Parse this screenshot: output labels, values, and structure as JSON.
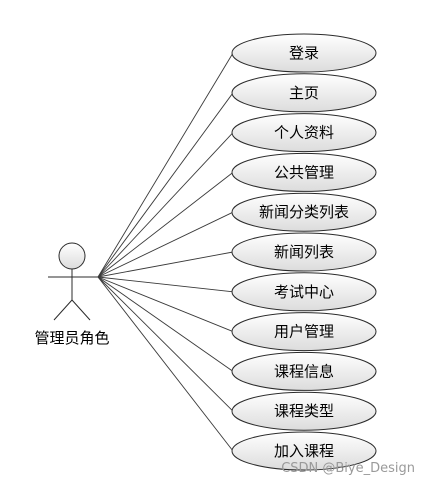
{
  "actor": {
    "label": "管理员角色"
  },
  "use_cases": [
    {
      "label": "登录"
    },
    {
      "label": "主页"
    },
    {
      "label": "个人资料"
    },
    {
      "label": "公共管理"
    },
    {
      "label": "新闻分类列表"
    },
    {
      "label": "新闻列表"
    },
    {
      "label": "考试中心"
    },
    {
      "label": "用户管理"
    },
    {
      "label": "课程信息"
    },
    {
      "label": "课程类型"
    },
    {
      "label": "加入课程"
    }
  ],
  "watermark": "CSDN @Biye_Design",
  "colors": {
    "ellipse_top": "#ffffff",
    "ellipse_bottom": "#dcdcdc",
    "stroke": "#2b2b2b",
    "watermark": "#9a9a9a"
  }
}
